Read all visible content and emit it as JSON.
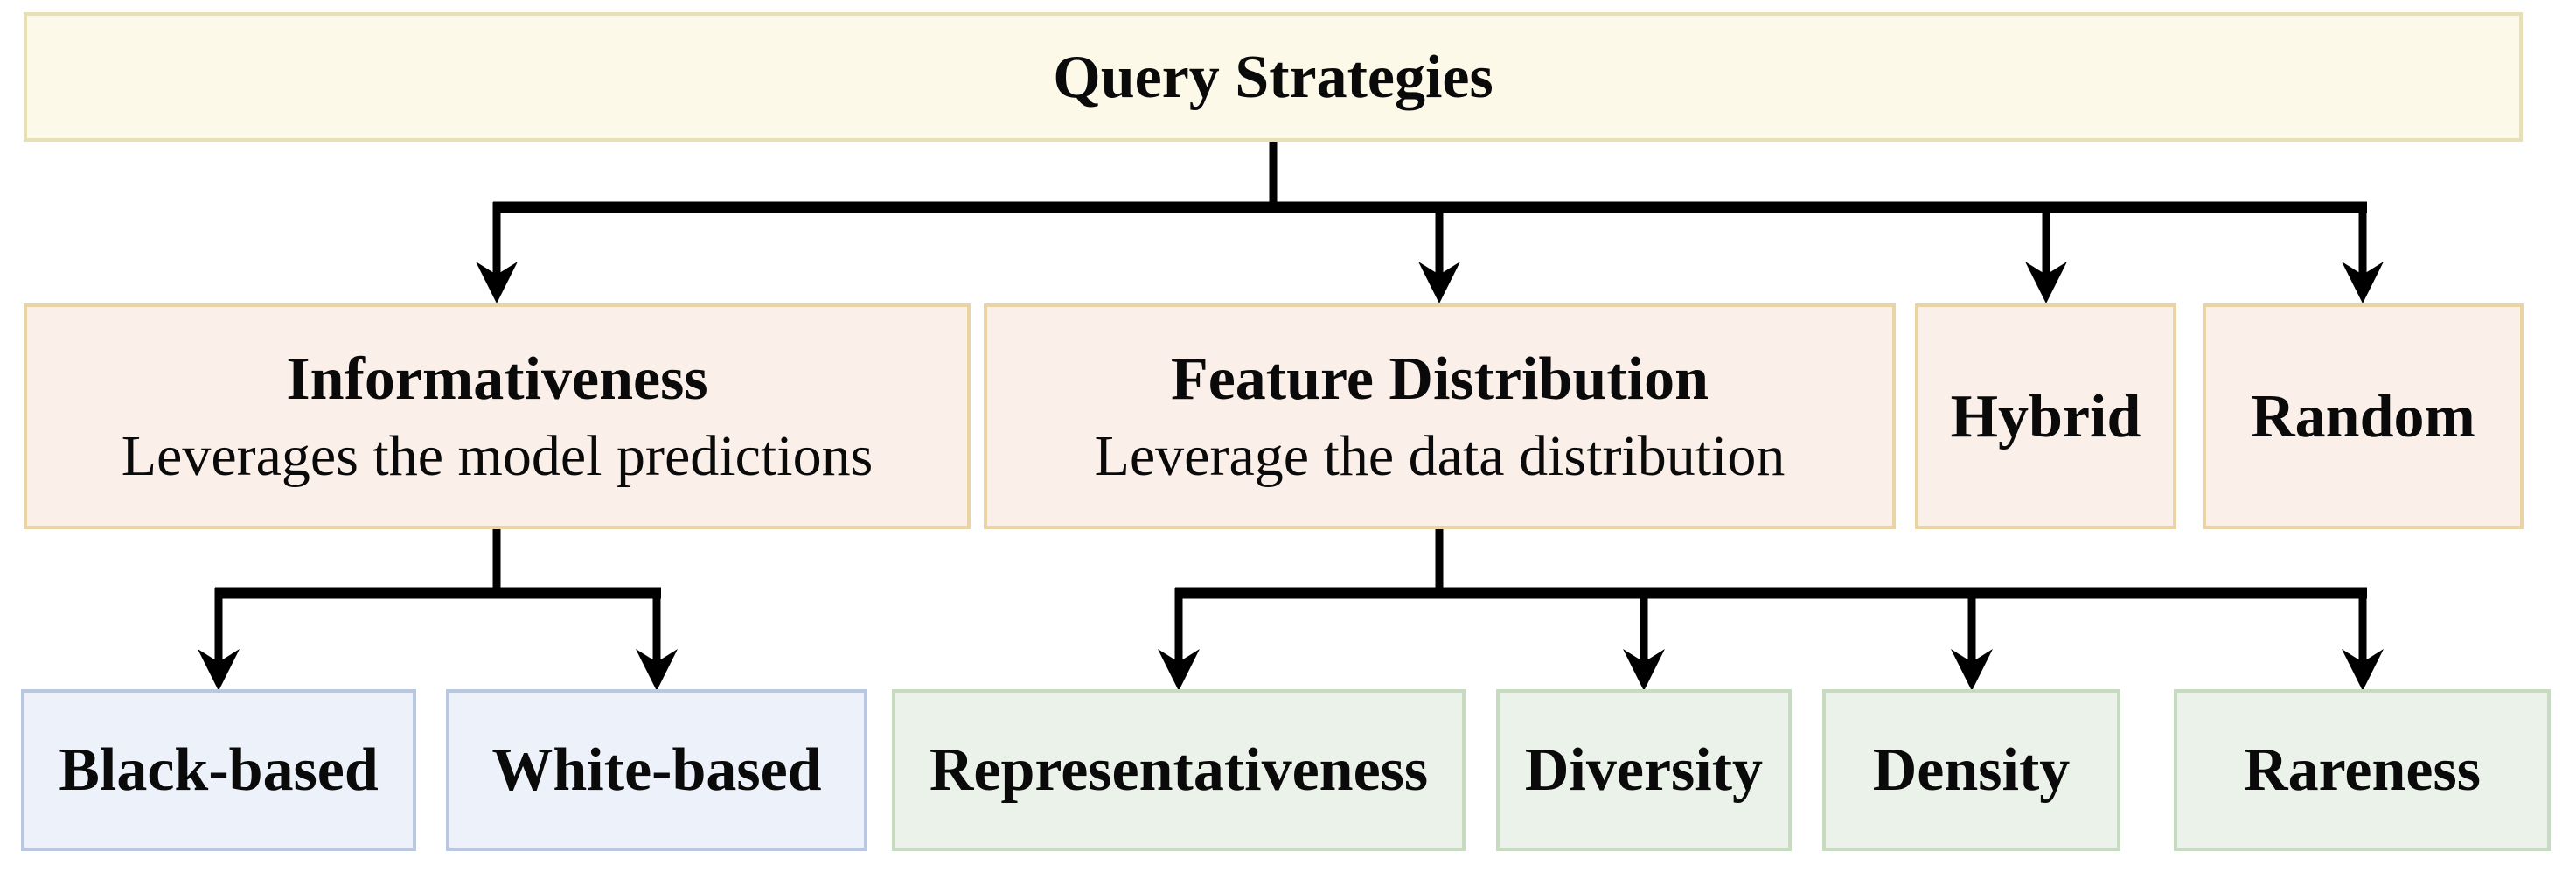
{
  "diagram": {
    "root": {
      "label": "Query Strategies"
    },
    "level2": [
      {
        "title": "Informativeness",
        "subtitle": "Leverages the model predictions"
      },
      {
        "title": "Feature Distribution",
        "subtitle": "Leverage the data distribution"
      },
      {
        "title": "Hybrid"
      },
      {
        "title": "Random"
      }
    ],
    "level3": [
      {
        "label": "Black-based",
        "parent": "Informativeness"
      },
      {
        "label": "White-based",
        "parent": "Informativeness"
      },
      {
        "label": "Representativeness",
        "parent": "Feature Distribution"
      },
      {
        "label": "Diversity",
        "parent": "Feature Distribution"
      },
      {
        "label": "Density",
        "parent": "Feature Distribution"
      },
      {
        "label": "Rareness",
        "parent": "Feature Distribution"
      }
    ],
    "colors": {
      "root_fill": "#fdf9e9",
      "root_border": "#e8dfb2",
      "level2_fill": "#fbf0e9",
      "level2_border": "#ebd4a4",
      "info_child_fill": "#edf2fa",
      "info_child_border": "#b9c8e0",
      "feat_child_fill": "#ebf2e9",
      "feat_child_border": "#c6dbc0",
      "connector": "#000000"
    }
  }
}
